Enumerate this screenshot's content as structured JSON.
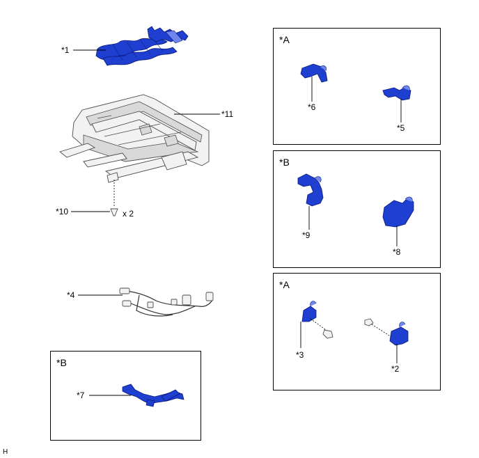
{
  "labels": {
    "p1": "*1",
    "p11": "*11",
    "p10": "*10",
    "qty10": "x 2",
    "p4": "*4",
    "p7": "*7",
    "p6": "*6",
    "p5": "*5",
    "p9": "*9",
    "p8": "*8",
    "p3": "*3",
    "p2": "*2"
  },
  "panels": {
    "upper_right": "*A",
    "middle_right": "*B",
    "lower_right": "*A",
    "lower_left": "*B"
  },
  "corner_mark": "H",
  "colors": {
    "part_blue": "#1f3fd0",
    "frame_gray": "#f2f2f2",
    "line_black": "#000000"
  }
}
